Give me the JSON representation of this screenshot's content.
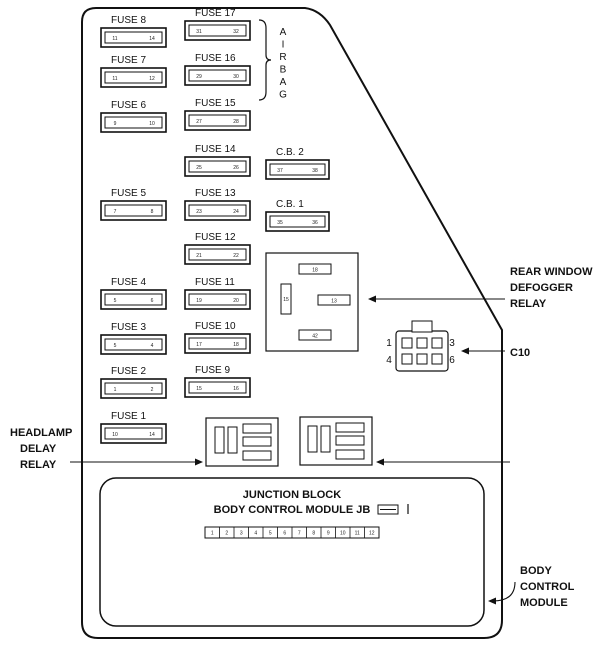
{
  "fuses": [
    {
      "label": "FUSE 8",
      "pins": [
        "11",
        "14"
      ]
    },
    {
      "label": "FUSE 7",
      "pins": [
        "11",
        "12"
      ]
    },
    {
      "label": "FUSE 6",
      "pins": [
        "9",
        "10"
      ]
    },
    {
      "label": "FUSE 5",
      "pins": [
        "7",
        "8"
      ]
    },
    {
      "label": "FUSE 4",
      "pins": [
        "5",
        "6"
      ]
    },
    {
      "label": "FUSE 3",
      "pins": [
        "5",
        "4"
      ]
    },
    {
      "label": "FUSE 2",
      "pins": [
        "1",
        "2"
      ]
    },
    {
      "label": "FUSE 1",
      "pins": [
        "10",
        "14"
      ]
    },
    {
      "label": "FUSE 17",
      "pins": [
        "31",
        "32"
      ]
    },
    {
      "label": "FUSE 16",
      "pins": [
        "29",
        "30"
      ]
    },
    {
      "label": "FUSE 15",
      "pins": [
        "27",
        "28"
      ]
    },
    {
      "label": "FUSE 14",
      "pins": [
        "25",
        "26"
      ]
    },
    {
      "label": "FUSE 13",
      "pins": [
        "23",
        "24"
      ]
    },
    {
      "label": "FUSE 12",
      "pins": [
        "21",
        "22"
      ]
    },
    {
      "label": "FUSE 11",
      "pins": [
        "19",
        "20"
      ]
    },
    {
      "label": "FUSE 10",
      "pins": [
        "17",
        "18"
      ]
    },
    {
      "label": "FUSE 9",
      "pins": [
        "15",
        "16"
      ]
    }
  ],
  "circuit_breakers": [
    {
      "label": "C.B. 2",
      "pins": [
        "37",
        "38"
      ]
    },
    {
      "label": "C.B. 1",
      "pins": [
        "35",
        "36"
      ]
    }
  ],
  "airbag_letters": [
    "A",
    "I",
    "R",
    "B",
    "A",
    "G"
  ],
  "callouts": {
    "rear_window_line1": "REAR WINDOW",
    "rear_window_line2": "DEFOGGER",
    "rear_window_line3": "RELAY",
    "c10": "C10",
    "headlamp_line1": "HEADLAMP",
    "headlamp_line2": "DELAY",
    "headlamp_line3": "RELAY",
    "bcm_line1": "BODY",
    "bcm_line2": "CONTROL",
    "bcm_line3": "MODULE"
  },
  "relay_pins": [
    "18",
    "13",
    "15",
    "42"
  ],
  "connector_pins": {
    "left_top": "1",
    "left_bottom": "4",
    "right_top": "3",
    "right_bottom": "6"
  },
  "junction": {
    "title_line1": "JUNCTION BLOCK",
    "title_line2": "BODY CONTROL MODULE JB",
    "pins": [
      "1",
      "2",
      "3",
      "4",
      "5",
      "6",
      "7",
      "8",
      "9",
      "10",
      "11",
      "12"
    ]
  }
}
